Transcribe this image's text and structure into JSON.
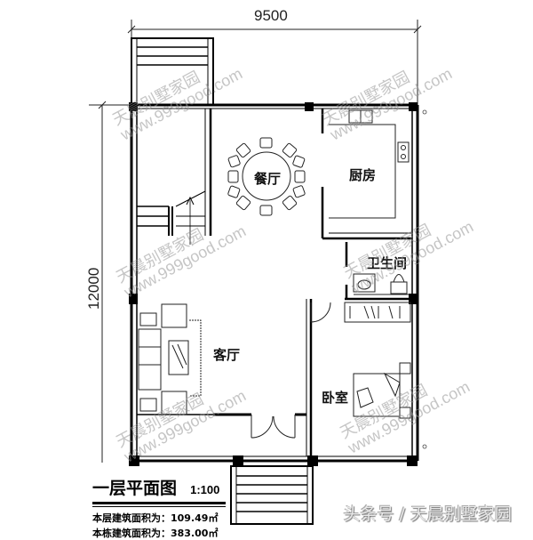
{
  "drawing": {
    "title": "一层平面图",
    "scale": "1:100",
    "floor_area_label": "本层建筑面积为：",
    "floor_area_value": "109.49㎡",
    "total_area_label": "本栋建筑面积为：",
    "total_area_value": "383.00㎡"
  },
  "dimensions": {
    "width": "9500",
    "depth": "12000"
  },
  "rooms": [
    {
      "id": "dining",
      "label": "餐厅"
    },
    {
      "id": "kitchen",
      "label": "厨房"
    },
    {
      "id": "bathroom",
      "label": "卫生间"
    },
    {
      "id": "living",
      "label": "客厅"
    },
    {
      "id": "bedroom",
      "label": "卧室"
    }
  ],
  "watermarks": {
    "brand": "天晨别墅家园",
    "url": "www.999good.com"
  },
  "footer": {
    "source": "头条号 / 天晨别墅家园"
  },
  "colors": {
    "wall": "#000000",
    "line": "#222222",
    "watermark": "#999999"
  }
}
